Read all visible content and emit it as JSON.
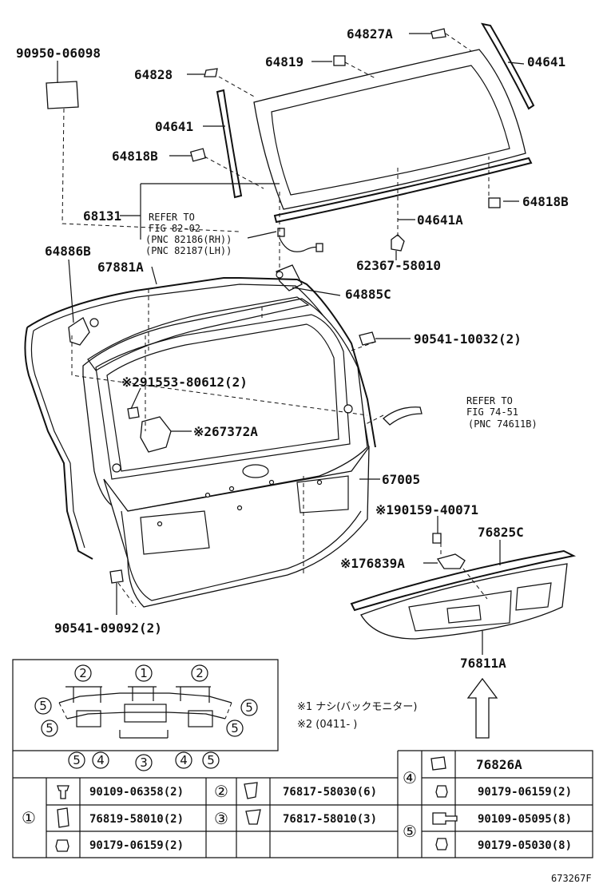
{
  "labels": {
    "p_90950_06098": "90950-06098",
    "p_64828": "64828",
    "p_64819": "64819",
    "p_64827A": "64827A",
    "p_04641_r": "04641",
    "p_04641_l": "04641",
    "p_64818B_l": "64818B",
    "p_64818B_r": "64818B",
    "p_04641A": "04641A",
    "p_68131": "68131",
    "p_62367": "62367-58010",
    "p_64886B": "64886B",
    "p_67881A": "67881A",
    "p_64885C": "64885C",
    "p_90541_10032": "90541-10032(2)",
    "p_91553": "※291553-80612(2)",
    "p_67372A": "※267372A",
    "p_67005": "67005",
    "p_90159": "※190159-40071",
    "p_76825C": "76825C",
    "p_76839A": "※176839A",
    "p_90541_09092": "90541-09092(2)",
    "p_76811A": "76811A",
    "figure_code": "673267F"
  },
  "refer1": {
    "line1": "REFER TO",
    "line2": "FIG 82-02",
    "line3": "(PNC 82186(RH))",
    "line4": "(PNC 82187(LH))"
  },
  "refer2": {
    "line1": "REFER TO",
    "line2": "FIG 74-51",
    "line3": "(PNC 74611B)"
  },
  "notes": {
    "n1": "※1 ナシ(バックモニター)",
    "n2": "※2 (0411-    )"
  },
  "detail_circles": [
    "2",
    "1",
    "2",
    "5",
    "5",
    "5",
    "5",
    "5",
    "4",
    "3",
    "4",
    "5"
  ],
  "table": {
    "rows": [
      {
        "num": "①",
        "pn": "90109-06358(2)",
        "num2": "②",
        "pn2": "76817-58030(6)"
      },
      {
        "num": "",
        "pn": "76819-58010(2)",
        "num2": "③",
        "pn2": "76817-58010(3)"
      },
      {
        "num": "",
        "pn": "90179-06159(2)",
        "num2": "",
        "pn2": ""
      }
    ],
    "right": {
      "head": "76826A",
      "num4": "④",
      "num5": "⑤",
      "r4": "90179-06159(2)",
      "r5a": "90109-05095(8)",
      "r5b": "90179-05030(8)"
    },
    "left_num": "①"
  }
}
